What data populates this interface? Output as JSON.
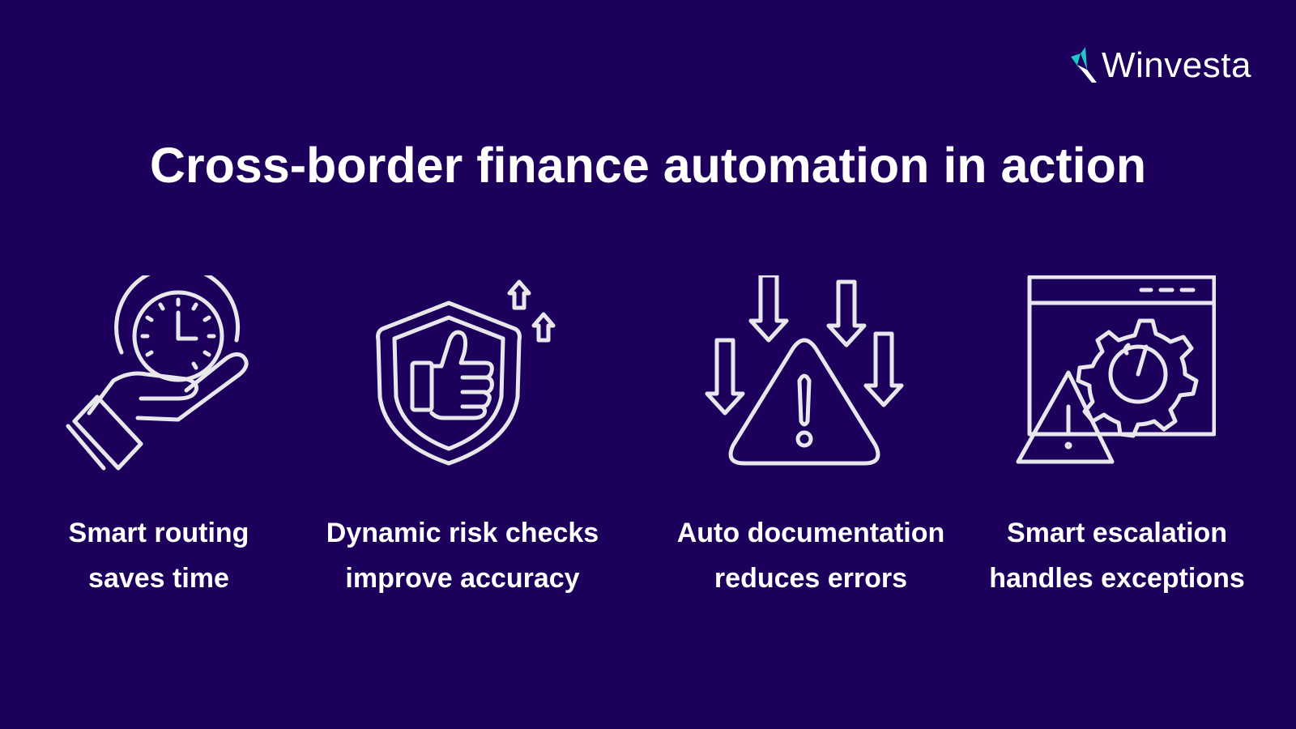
{
  "brand": {
    "name": "Winvesta",
    "icon": "winvesta-logo-icon",
    "colors": {
      "mark_teal": "#1fc8c8",
      "mark_white": "#ffffff"
    }
  },
  "title": "Cross-border finance automation in action",
  "colors": {
    "background": "#1d005c",
    "text": "#ffffff",
    "icon_stroke": "#e8e8ec"
  },
  "features": [
    {
      "icon": "hand-clock-icon",
      "line1": "Smart routing",
      "line2": "saves time"
    },
    {
      "icon": "shield-thumbs-up-icon",
      "line1": "Dynamic risk checks",
      "line2": "improve accuracy"
    },
    {
      "icon": "warning-arrows-down-icon",
      "line1": "Auto documentation",
      "line2": "reduces errors"
    },
    {
      "icon": "browser-gear-warning-icon",
      "line1": "Smart escalation",
      "line2": "handles exceptions"
    }
  ]
}
